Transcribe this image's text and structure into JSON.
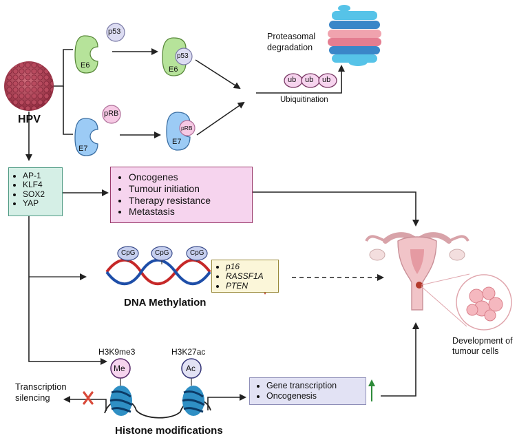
{
  "virus": {
    "label": "HPV"
  },
  "proteins": {
    "e6": "E6",
    "e7": "E7",
    "p53": "p53",
    "prb": "pRB"
  },
  "degradation": {
    "proteasome_label": "Proteasomal degradation",
    "ub": [
      "ub",
      "ub",
      "ub"
    ],
    "ubiquitination_label": "Ubiquitination"
  },
  "transcription_factors": [
    "AP-1",
    "KLF4",
    "SOX2",
    "YAP"
  ],
  "outcomes": [
    "Oncogenes",
    "Tumour initiation",
    "Therapy resistance",
    "Metastasis"
  ],
  "methylation": {
    "cpg": [
      "CpG",
      "CpG",
      "CpG"
    ],
    "genes": [
      "p16",
      "RASSF1A",
      "PTEN"
    ],
    "title": "DNA Methylation",
    "direction": "down"
  },
  "histone": {
    "mark1": "H3K9me3",
    "mark1_short": "Me",
    "mark2": "H3K27ac",
    "mark2_short": "Ac",
    "silencing": "Transcription silencing",
    "effects": [
      "Gene transcription",
      "Oncogenesis"
    ],
    "direction": "up",
    "title": "Histone modifications"
  },
  "tumour": {
    "label": "Development of tumour cells"
  },
  "colors": {
    "e6": "#b6e39a",
    "e7": "#9ccbf5",
    "p53": "#dcdcf2",
    "prb": "#f6c9e4",
    "tf_box": "#d5efe6",
    "outcome_box": "#f6d4ee",
    "gene_box": "#fbf6d9",
    "effect_box": "#e2e2f4",
    "arrow_down": "#c0392b",
    "arrow_up": "#2e8b3a"
  }
}
